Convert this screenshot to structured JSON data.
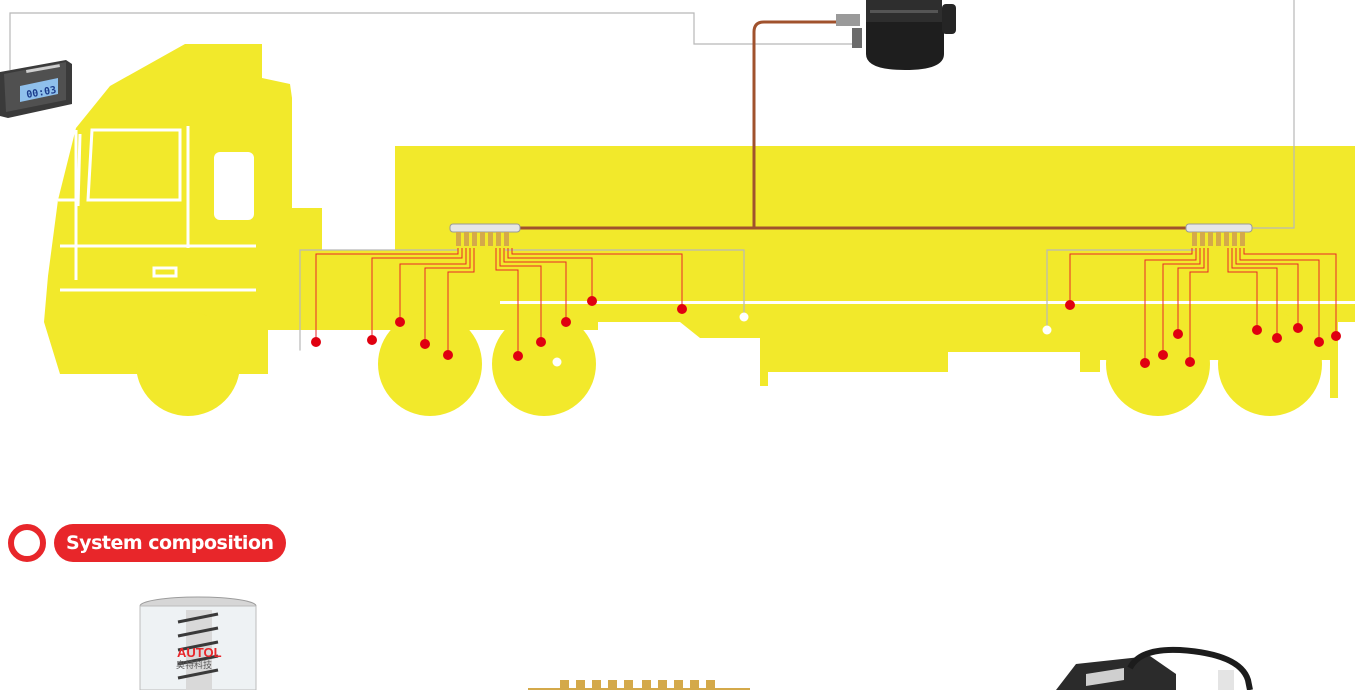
{
  "colors": {
    "vehicle": "#f2e92b",
    "accent_red": "#e8262a",
    "grease_line": "#a0522d",
    "signal_wire": "#b8b8b8",
    "lubrication_point": "#e00010",
    "lcd_screen": "#8fc0ec"
  },
  "controller": {
    "display": "00:03",
    "icon": "controller-display-icon"
  },
  "pump": {
    "icon": "grease-pump-icon"
  },
  "section": {
    "title": "System composition"
  },
  "components": {
    "reservoir_brand": "AUTOL",
    "reservoir_brand_cn": "奥特科技",
    "icons": [
      "grease-reservoir-icon",
      "distributor-block-icon",
      "control-box-icon"
    ]
  }
}
